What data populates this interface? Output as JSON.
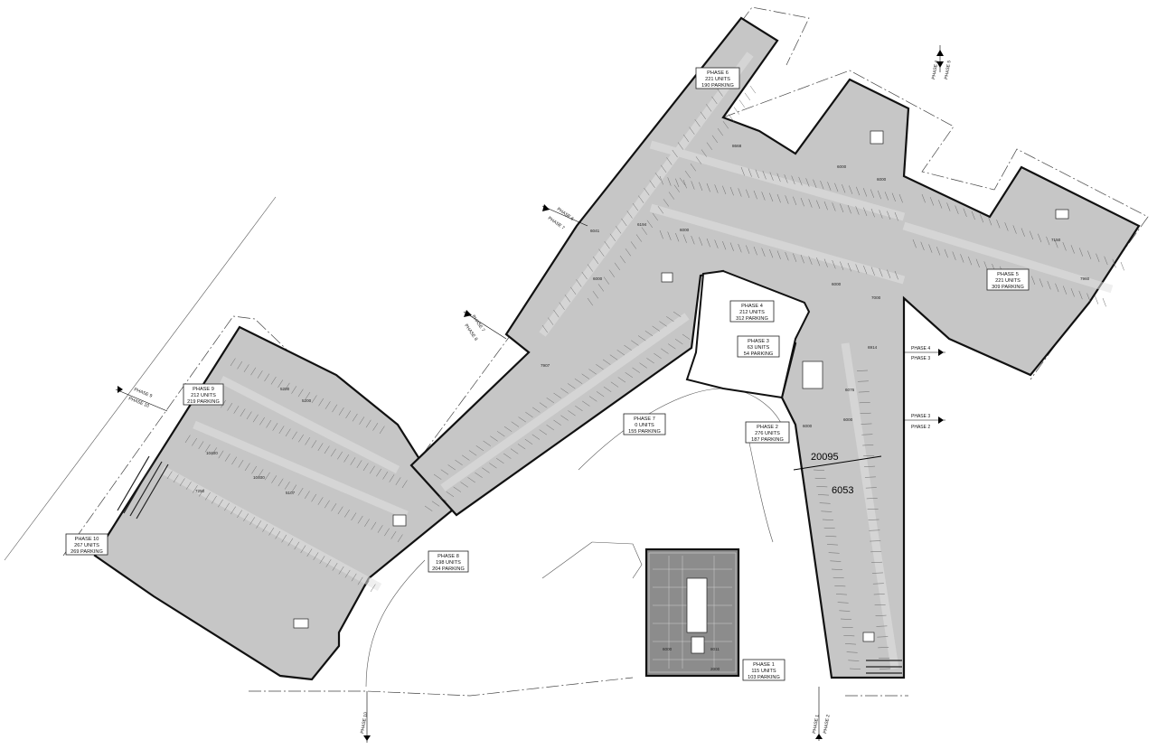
{
  "phases": [
    {
      "id": "phase-1",
      "name": "PHASE 1",
      "units": "115 UNITS",
      "parking": "103 PARKING"
    },
    {
      "id": "phase-2",
      "name": "PHASE 2",
      "units": "276 UNITS",
      "parking": "187 PARKING"
    },
    {
      "id": "phase-3",
      "name": "PHASE 3",
      "units": "63 UNITS",
      "parking": "54 PARKING"
    },
    {
      "id": "phase-4",
      "name": "PHASE 4",
      "units": "212 UNITS",
      "parking": "312 PARKING"
    },
    {
      "id": "phase-5",
      "name": "PHASE 5",
      "units": "221 UNITS",
      "parking": "309 PARKING"
    },
    {
      "id": "phase-6",
      "name": "PHASE 6",
      "units": "221 UNITS",
      "parking": "190 PARKING"
    },
    {
      "id": "phase-7",
      "name": "PHASE 7",
      "units": "0 UNITS",
      "parking": "155 PARKING"
    },
    {
      "id": "phase-8",
      "name": "PHASE 8",
      "units": "198 UNITS",
      "parking": "204 PARKING"
    },
    {
      "id": "phase-9",
      "name": "PHASE 9",
      "units": "212 UNITS",
      "parking": "219 PARKING"
    },
    {
      "id": "phase-10",
      "name": "PHASE 10",
      "units": "267 UNITS",
      "parking": "269 PARKING"
    }
  ],
  "phase_lines": [
    {
      "id": "p1-p2",
      "a": "PHASE 1",
      "b": "PHASE 2"
    },
    {
      "id": "p2-p3",
      "a": "PHASE 3",
      "b": "PHASE 2"
    },
    {
      "id": "p3-p4",
      "a": "PHASE 4",
      "b": "PHASE 3"
    },
    {
      "id": "p4-p5",
      "a": "PHASE 4",
      "b": "PHASE 5"
    },
    {
      "id": "p6-p7",
      "a": "PHASE 6",
      "b": "PHASE 7"
    },
    {
      "id": "p7-p8",
      "a": "PHASE 7",
      "b": "PHASE 8"
    },
    {
      "id": "p9-p10",
      "a": "PHASE 9",
      "b": "PHASE 10"
    },
    {
      "id": "p10",
      "a": "PHASE 10",
      "b": ""
    }
  ],
  "dimensions": {
    "big_1": "20095",
    "big_2": "6053",
    "d_6194": "6194",
    "d_6000": "6000",
    "d_7000": "7000",
    "d_8668": "8668",
    "d_6041": "6041",
    "d_7150": "7150",
    "d_7960": "7960",
    "d_6914": "6914",
    "d_6076": "6076",
    "d_7250": "7250",
    "d_10400": "10400",
    "d_5200": "5200",
    "d_5107": "5107",
    "d_7907": "7907",
    "d_2000": "2000",
    "d_8011": "8011"
  }
}
